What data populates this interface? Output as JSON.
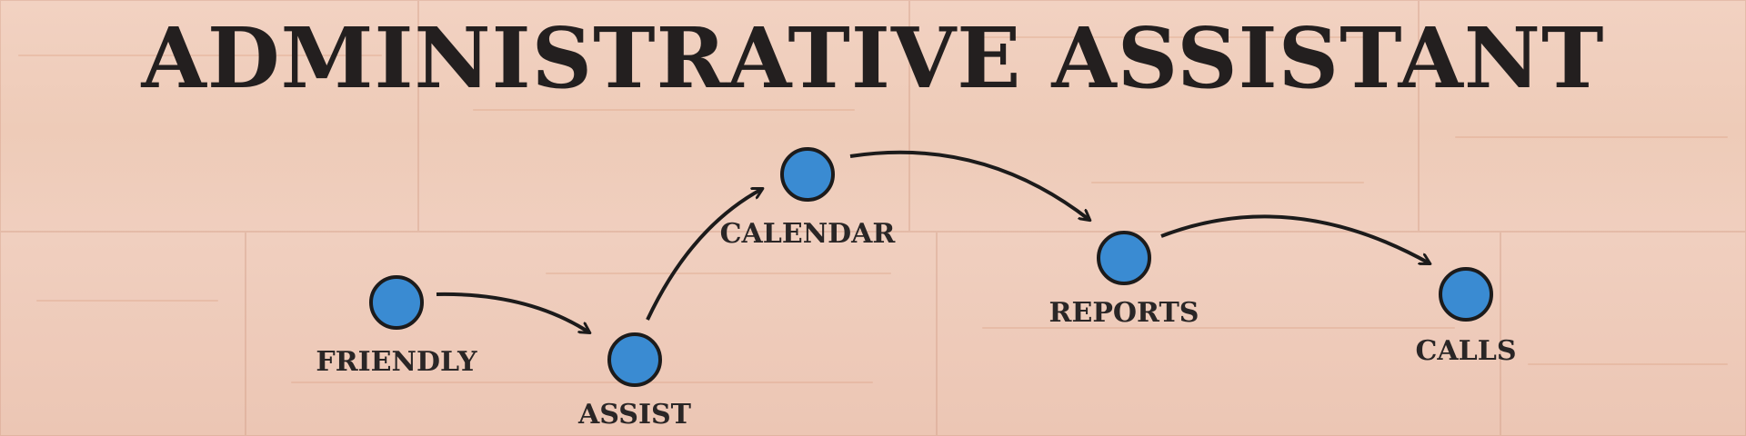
{
  "title": "ADMINISTRATIVE ASSISTANT",
  "colors": {
    "node_fill": "#3a8bd2",
    "node_stroke": "#1c1b1b",
    "arrow": "#1c1b1b",
    "text": "#231f1f"
  },
  "nodes": [
    {
      "id": "friendly",
      "label": "FRIENDLY"
    },
    {
      "id": "assist",
      "label": "ASSIST"
    },
    {
      "id": "calendar",
      "label": "CALENDAR"
    },
    {
      "id": "reports",
      "label": "REPORTS"
    },
    {
      "id": "calls",
      "label": "CALLS"
    }
  ],
  "edges": [
    {
      "from": "friendly",
      "to": "assist"
    },
    {
      "from": "assist",
      "to": "calendar"
    },
    {
      "from": "calendar",
      "to": "reports"
    },
    {
      "from": "reports",
      "to": "calls"
    }
  ]
}
